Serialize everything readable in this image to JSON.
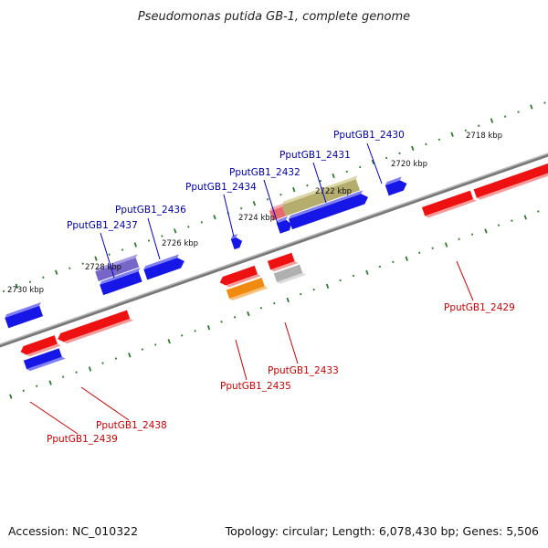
{
  "title": "Pseudomonas putida GB-1, complete genome",
  "footer": {
    "accession": "Accession: NC_010322",
    "summary": "Topology: circular; Length: 6,078,430 bp; Genes: 5,506"
  },
  "colors": {
    "backbone": "#8a8a8a",
    "ticks": "#2a7d2a",
    "forward_gene": "#ee1111",
    "reverse_gene": "#1616e6",
    "forward_label": "#cc0000",
    "reverse_label": "#0000aa",
    "olive_feature": "#b5ad6e",
    "purple_feature": "#7566c8",
    "pink_feature": "#e86870",
    "gray_feature": "#b0b0b0",
    "orange_feature": "#f08a10"
  },
  "scale_labels": [
    "2718 kbp",
    "2720 kbp",
    "2722 kbp",
    "2724 kbp",
    "2726 kbp",
    "2728 kbp",
    "2730 kbp"
  ],
  "genes": {
    "g2430": "PputGB1_2430",
    "g2431": "PputGB1_2431",
    "g2432": "PputGB1_2432",
    "g2434": "PputGB1_2434",
    "g2436": "PputGB1_2436",
    "g2437": "PputGB1_2437",
    "g2429": "PputGB1_2429",
    "g2433": "PputGB1_2433",
    "g2435": "PputGB1_2435",
    "g2438": "PputGB1_2438",
    "g2439": "PputGB1_2439"
  }
}
